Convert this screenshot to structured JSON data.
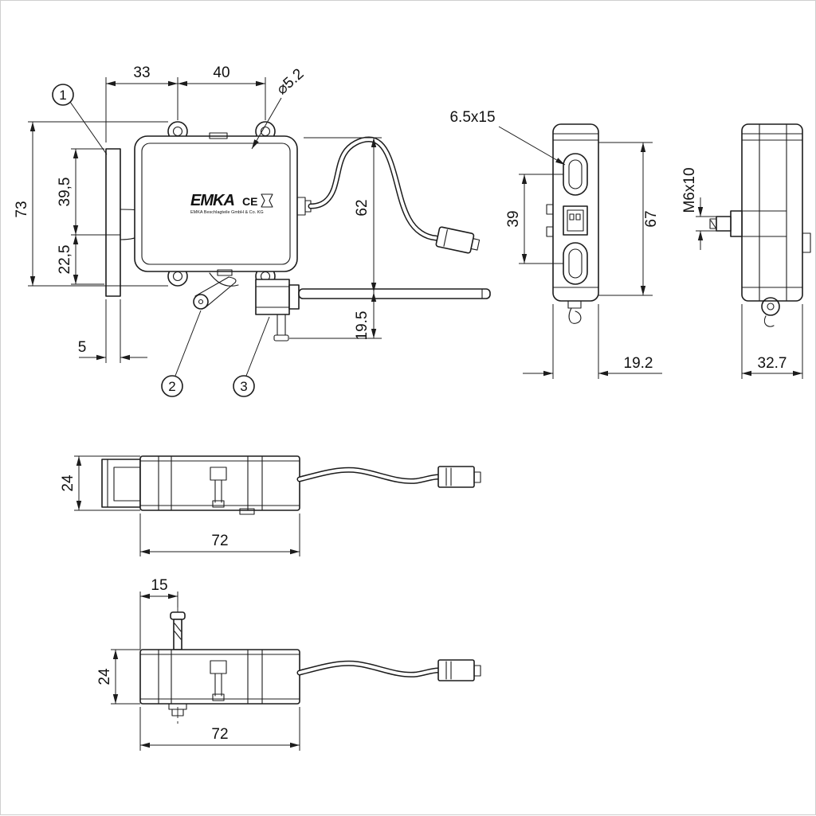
{
  "drawing": {
    "logo": {
      "brand": "EMKA",
      "ce": "CE",
      "subtext": "EMKA Beschlagteile GmbH & Co. KG"
    },
    "callouts": {
      "c1": "1",
      "c2": "2",
      "c3": "3"
    },
    "dims": {
      "front": {
        "d33": "33",
        "d40": "40",
        "dia": "⌀5.2",
        "d73": "73",
        "d39_5": "39,5",
        "d22_5": "22,5",
        "d5": "5",
        "d62": "62",
        "d19_5": "19.5"
      },
      "side": {
        "slot": "6.5x15",
        "d39": "39",
        "d67": "67",
        "d19_2": "19.2"
      },
      "side2": {
        "thread": "M6x10",
        "d32_7": "32.7"
      },
      "top": {
        "d24": "24",
        "d72": "72"
      },
      "bottom": {
        "d15": "15",
        "d24": "24",
        "d72": "72"
      }
    }
  }
}
